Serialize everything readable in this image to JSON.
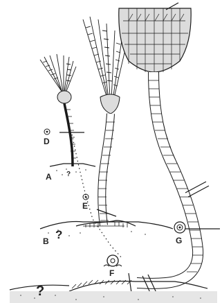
{
  "labels": {
    "A": "A",
    "B": "B",
    "D": "D",
    "E": "E",
    "F": "F",
    "G": "G",
    "q_small": "?",
    "q_mid": "?",
    "q_large": "?"
  },
  "colors": {
    "ink": "#1a1a1a",
    "sediment": "#e6e6e6",
    "calyx_fill": "#dcdcdc"
  }
}
